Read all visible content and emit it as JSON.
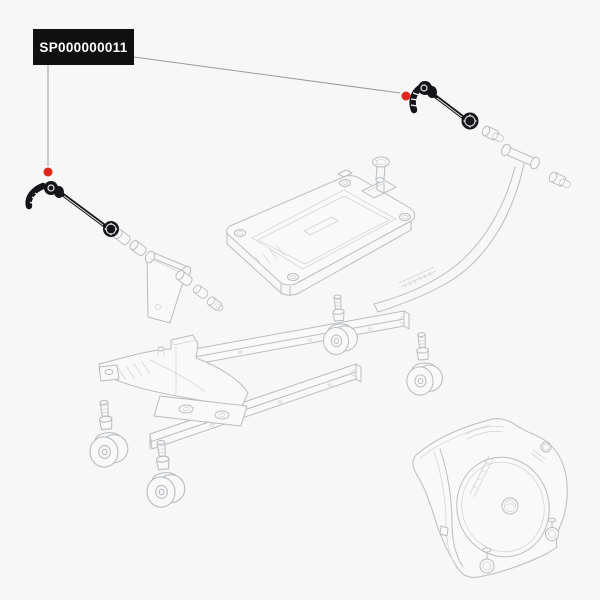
{
  "label": {
    "part_number": "SP000000011"
  },
  "colors": {
    "background": "#f7f7f8",
    "artwork_line": "#b9bdc0",
    "artwork_line_soft": "#d2d5d7",
    "artwork_fill": "#f9f9fa",
    "part_black": "#131518",
    "highlight_red": "#e2261d",
    "label_background": "#101010",
    "label_text": "#ffffff",
    "leader_line": "#9b9b9b"
  },
  "diagram": {
    "type": "exploded-parts-view",
    "highlighted_part_markers": 2,
    "parts": [
      {
        "name": "quick-release-skewer-left",
        "highlighted": true
      },
      {
        "name": "quick-release-skewer-right",
        "highlighted": true
      },
      {
        "name": "platform-tray",
        "highlighted": false
      },
      {
        "name": "adjustment-knob",
        "highlighted": false
      },
      {
        "name": "t-handle-tube",
        "highlighted": false
      },
      {
        "name": "end-caps",
        "highlighted": false
      },
      {
        "name": "axle-bracket-plate",
        "highlighted": false
      },
      {
        "name": "axle-spacers",
        "highlighted": false
      },
      {
        "name": "base-frame-upright",
        "highlighted": false
      },
      {
        "name": "frame-rail-upper",
        "highlighted": false
      },
      {
        "name": "frame-rail-lower",
        "highlighted": false
      },
      {
        "name": "caster-wheel",
        "count": 4,
        "highlighted": false
      },
      {
        "name": "bike-travel-case",
        "highlighted": false
      }
    ]
  }
}
